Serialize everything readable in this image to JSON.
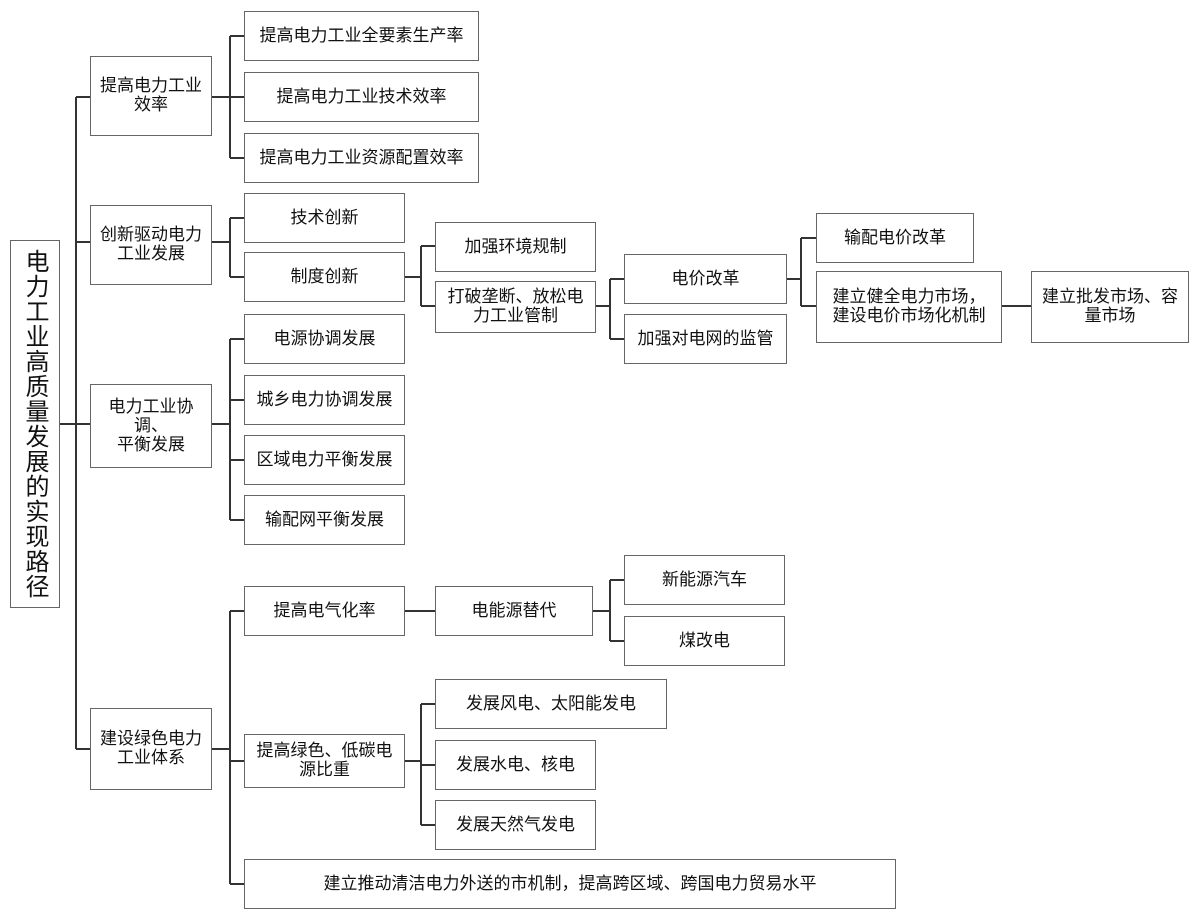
{
  "root": "电力工业高质量发展的实现路径",
  "nodes": {
    "efficiency": "提高电力工业\n效率",
    "tfp": "提高电力工业全要素生产率",
    "tech_eff": "提高电力工业技术效率",
    "alloc_eff": "提高电力工业资源配置效率",
    "innovation": "创新驱动电力\n工业发展",
    "tech_innov": "技术创新",
    "inst_innov": "制度创新",
    "env_reg": "加强环境规制",
    "break_mono": "打破垄断、放松电\n力工业管制",
    "price_reform": "电价改革",
    "grid_supervise": "加强对电网的监管",
    "td_price": "输配电价改革",
    "market": "建立健全电力市场，\n建设电价市场化机制",
    "wholesale": "建立批发市场、容\n量市场",
    "coordinate": "电力工业协调、\n平衡发展",
    "source_coord": "电源协调发展",
    "urban_rural": "城乡电力协调发展",
    "regional": "区域电力平衡发展",
    "td_balance": "输配网平衡发展",
    "green": "建设绿色电力\n工业体系",
    "electrify": "提高电气化率",
    "substitute": "电能源替代",
    "nev": "新能源汽车",
    "coal_elec": "煤改电",
    "low_carbon": "提高绿色、低碳电\n源比重",
    "wind_solar": "发展风电、太阳能发电",
    "hydro_nuclear": "发展水电、核电",
    "gas": "发展天然气发电",
    "transmission": "建立推动清洁电力外送的市机制，提高跨区域、跨国电力贸易水平"
  }
}
